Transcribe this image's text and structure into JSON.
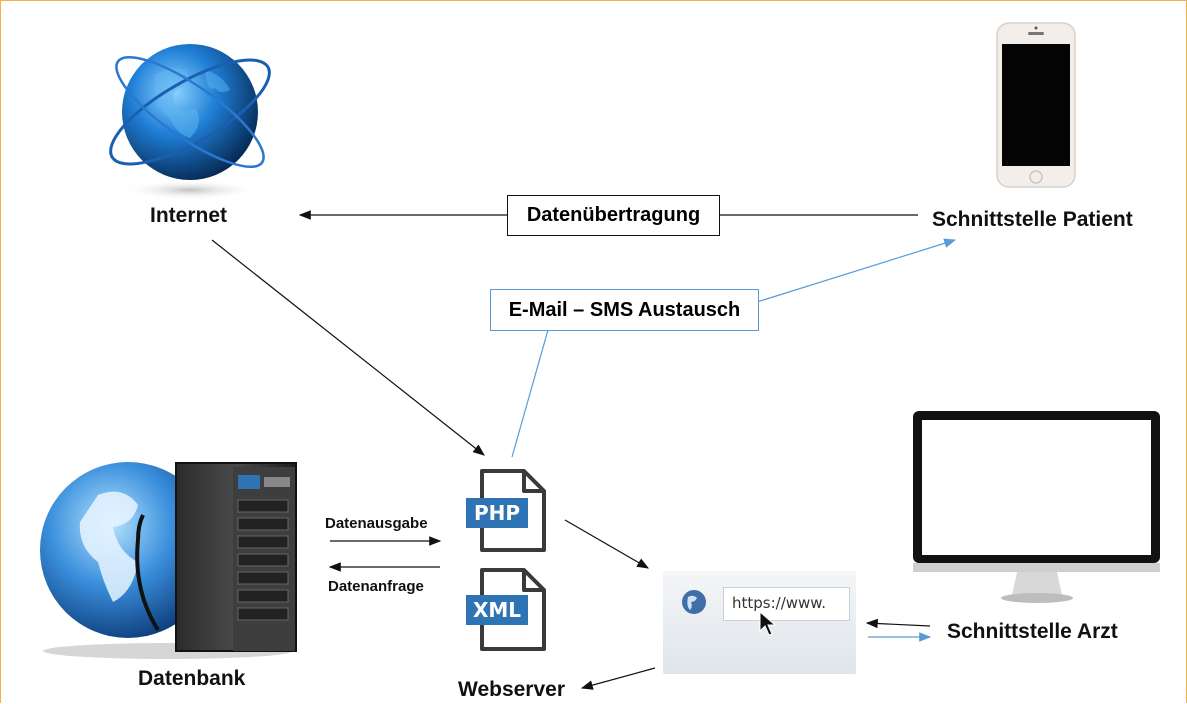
{
  "nodes": {
    "internet": "Internet",
    "patient": "Schnittstelle Patient",
    "arzt": "Schnittstelle Arzt",
    "datenbank": "Datenbank",
    "webserver": "Webserver"
  },
  "edges": {
    "datenuebertragung": "Datenübertragung",
    "email_sms": "E-Mail – SMS Austausch",
    "datenausgabe": "Datenausgabe",
    "datenanfrage": "Datenanfrage"
  },
  "files": {
    "php": "PHP",
    "xml": "XML"
  },
  "browser": {
    "url": "https://www."
  },
  "colors": {
    "frame": "#f2b24a",
    "blue_arrow": "#5b9bd5",
    "file_tag": "#2e74b5"
  }
}
